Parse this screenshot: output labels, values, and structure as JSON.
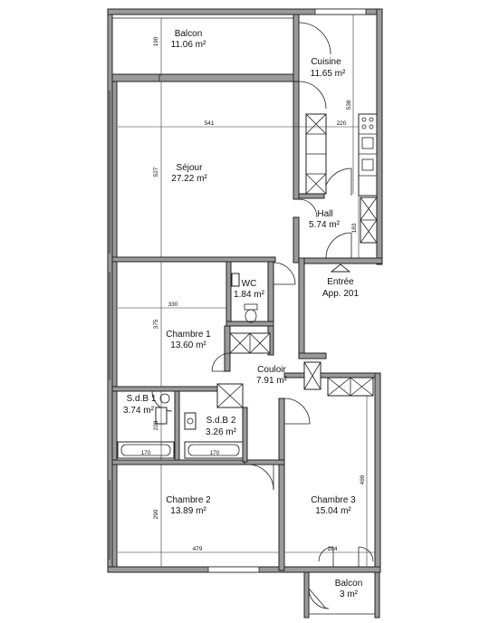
{
  "rooms": {
    "balcon_top": {
      "name": "Balcon",
      "area": "11.06 m²"
    },
    "cuisine": {
      "name": "Cuisine",
      "area": "11.65 m²"
    },
    "sejour": {
      "name": "Séjour",
      "area": "27.22 m²"
    },
    "hall": {
      "name": "Hall",
      "area": "5.74 m²"
    },
    "wc": {
      "name": "WC",
      "area": "1.84 m²"
    },
    "chambre1": {
      "name": "Chambre 1",
      "area": "13.60 m²"
    },
    "couloir": {
      "name": "Couloir",
      "area": "7.91 m²"
    },
    "sdb1": {
      "name": "S.d.B 1",
      "area": "3.74 m²"
    },
    "sdb2": {
      "name": "S.d.B 2",
      "area": "3.26 m²"
    },
    "chambre2": {
      "name": "Chambre 2",
      "area": "13.89 m²"
    },
    "chambre3": {
      "name": "Chambre 3",
      "area": "15.04 m²"
    },
    "balcon_bottom": {
      "name": "Balcon",
      "area": "3 m²"
    }
  },
  "entrance": {
    "label": "Entrée",
    "apartment": "App. 201"
  },
  "dimensions": {
    "d190": "190",
    "d541": "541",
    "d220a": "220",
    "d538": "538",
    "d527": "527",
    "d183": "183",
    "d330": "330",
    "d375": "375",
    "d220b": "220",
    "d170a": "170",
    "d170b": "170",
    "d290": "290",
    "d479": "479",
    "d499": "499",
    "d284": "284"
  }
}
